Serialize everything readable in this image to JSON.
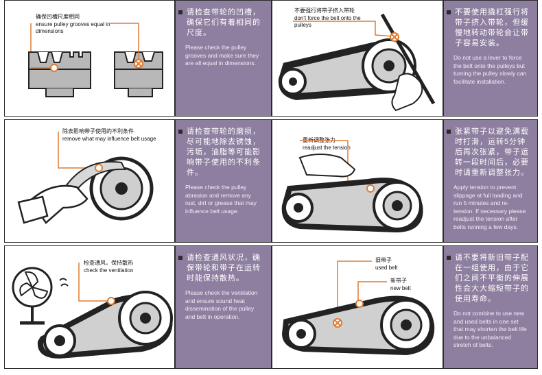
{
  "colors": {
    "panel_purple": "#8e7fa0",
    "accent_orange": "#e07a30",
    "ink": "#222222"
  },
  "rows": [
    {
      "left_image": {
        "label_zh": "确保凹槽尺度相同",
        "label_en": "ensure pulley grooves equal in dimensions"
      },
      "left_text": {
        "zh": "请检查带轮的凹槽，确保它们有着相同的尺度。",
        "en": "Please check the pulley grooves and make sure they are all equal in dimensions."
      },
      "right_image": {
        "label_zh": "不要强行将带子挤入带轮",
        "label_en": "don't force the belt onto the pulleys"
      },
      "right_text": {
        "zh": "不要使用撬杠强行将带子挤入带轮，但缓慢地转动带轮会让带子容易安装。",
        "en": "Do not use a lever to force the belt onto the pulleys but turning the pulley slowly can facilitate installation."
      }
    },
    {
      "left_image": {
        "label_zh": "除去影响带子使用的不利条件",
        "label_en": "remove what may influence belt usage"
      },
      "left_text": {
        "zh": "请检查带轮的磨损，尽可能地除去锈蚀，污垢，油脂等可能影响带子使用的不利条件。",
        "en": "Please check the pulley abrasion and remove any rust, dirt or grease that may influence belt usage."
      },
      "right_image": {
        "label_zh": "重新调整张力",
        "label_en": "readjust the tension"
      },
      "right_text": {
        "zh": "张紧带子以避免满载时打滑，运转5分钟后再次张紧，带子运转一段时间后，必要时请重新调整张力。",
        "en": "Apply tension to prevent slippage at full loading and run 5 minutes and re-tension. If necessary please readjust the tension after belts running a few days."
      }
    },
    {
      "left_image": {
        "label_zh": "检查通风，保持散热",
        "label_en": "check the ventilation"
      },
      "left_text": {
        "zh": "请检查通风状况，确保带轮和带子在运转时能保持散热。",
        "en": "Please check the ventilation and ensure sound heat dissemination of the pulley and belt in operation."
      },
      "right_image": {
        "label_zh_used": "旧带子",
        "label_en_used": "used belt",
        "label_zh_new": "新带子",
        "label_en_new": "new belt"
      },
      "right_text": {
        "zh": "请不要将新旧带子配在一组使用，由于它们之间不平衡的伸展性会大大缩短带子的使用寿命。",
        "en": "Do not combine to use new and used belts in one set that may shorten the belt life due to the unbalanced stretch of belts."
      }
    }
  ]
}
